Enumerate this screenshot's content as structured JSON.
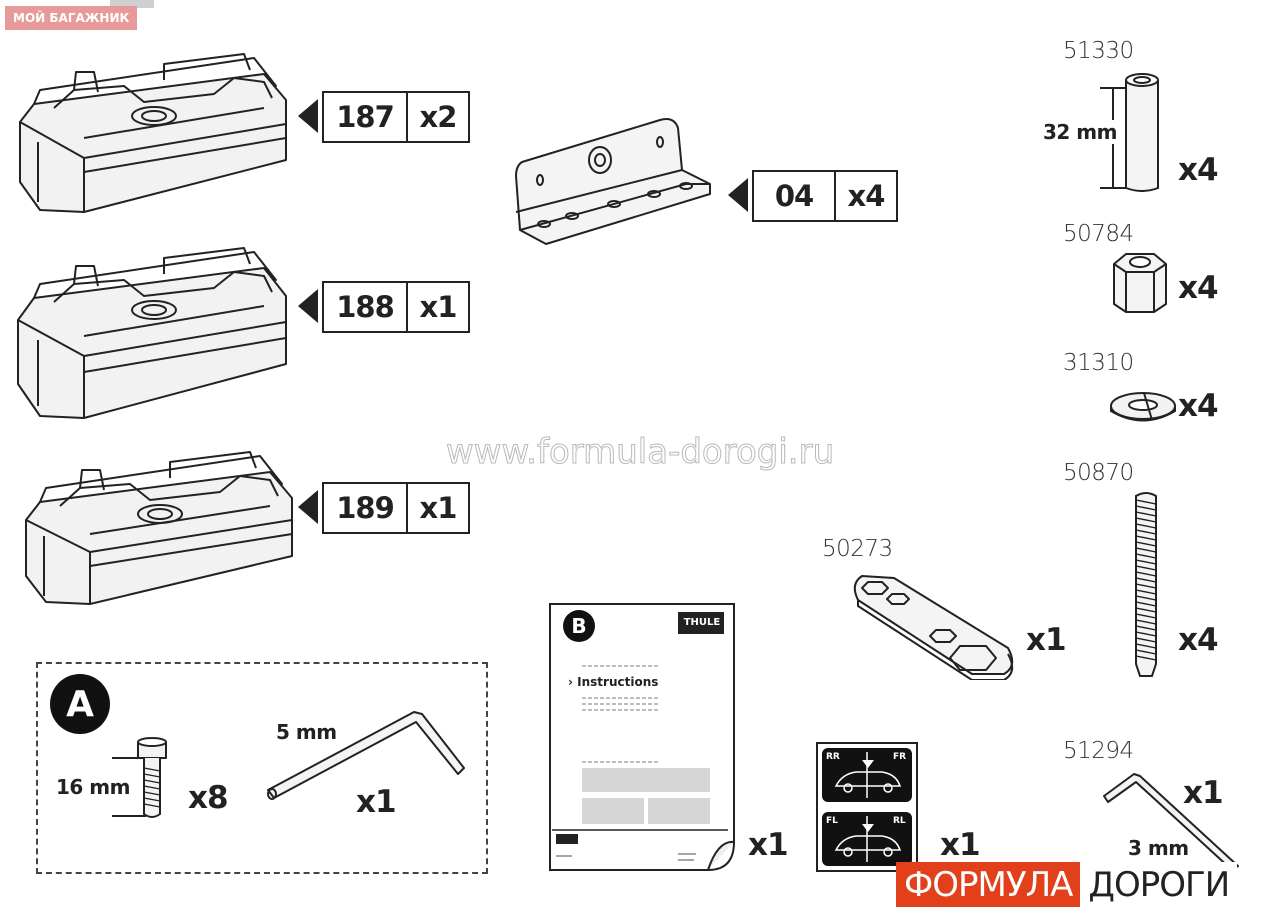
{
  "corner_tag": "МОЙ БАГАЖНИК",
  "watermark": "www.formula-dorogi.ru",
  "brand": {
    "part1": "ФОРМУЛА",
    "part2": "ДОРОГИ"
  },
  "pads": [
    {
      "code": "187",
      "qty": "x2"
    },
    {
      "code": "188",
      "qty": "x1"
    },
    {
      "code": "189",
      "qty": "x1"
    }
  ],
  "bracket": {
    "code": "04",
    "qty": "x4"
  },
  "spacer": {
    "part_no": "51330",
    "dimension": "32 mm",
    "qty": "x4"
  },
  "nut": {
    "part_no": "50784",
    "qty": "x4"
  },
  "washer": {
    "part_no": "31310",
    "qty": "x4"
  },
  "threaded_rod": {
    "part_no": "50870",
    "qty": "x4"
  },
  "wrench": {
    "part_no": "50273",
    "qty": "x1"
  },
  "hex_key_small": {
    "part_no": "51294",
    "dimension": "3 mm",
    "qty": "x1"
  },
  "kit_a": {
    "letter": "A",
    "bolt": {
      "dimension": "16 mm",
      "qty": "x8"
    },
    "hex_key": {
      "dimension": "5 mm",
      "qty": "x1"
    }
  },
  "instructions": {
    "letter": "B",
    "brand_logo": "THULE",
    "title": "Instructions",
    "qty": "x1"
  },
  "stickers": {
    "qty": "x1",
    "labels": [
      "RR",
      "FR",
      "FL",
      "RL"
    ]
  }
}
